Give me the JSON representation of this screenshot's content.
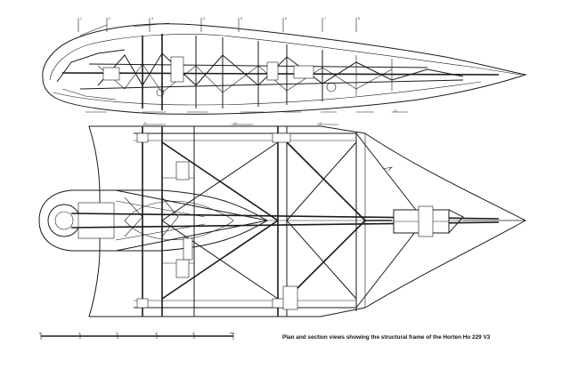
{
  "caption": "Plan and section views showing the structural frame of the Horten Ho 229 V3",
  "scale": {
    "tick_labels": [
      "0",
      "1",
      "2",
      "3",
      "4",
      "5m"
    ]
  },
  "section_markers": [
    "1",
    "2",
    "3",
    "4",
    "5",
    "6",
    "7",
    "8",
    "9",
    "10",
    "11",
    "12"
  ],
  "colors": {
    "line": "#1a1a1a",
    "background": "#ffffff"
  }
}
